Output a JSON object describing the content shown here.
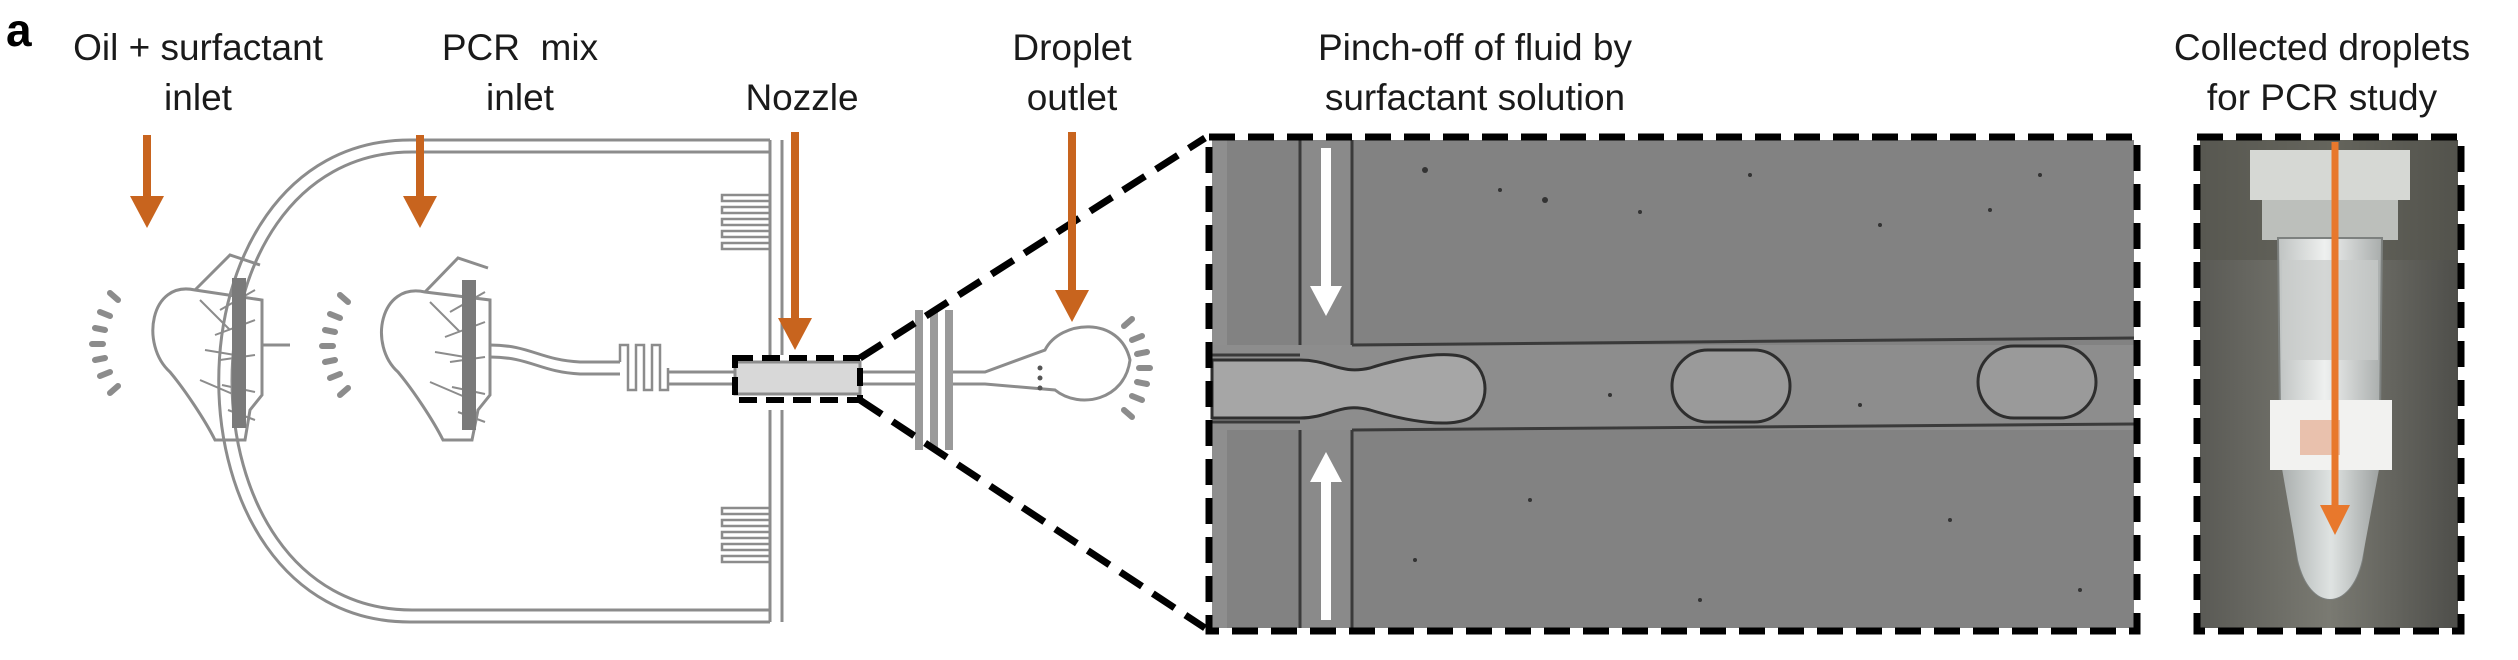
{
  "figure": {
    "panel_letter": "a",
    "labels": {
      "oil_inlet": [
        "Oil + surfactant",
        "inlet"
      ],
      "pcr_inlet": [
        "PCR  mix",
        "inlet"
      ],
      "nozzle": [
        "Nozzle"
      ],
      "droplet_outlet": [
        "Droplet",
        "outlet"
      ],
      "pinch_off": [
        "Pinch-off of fluid by",
        "surfactant solution"
      ],
      "collected": [
        "Collected droplets",
        "for PCR study"
      ]
    },
    "colors": {
      "arrow": "#c8641e",
      "tube_arrow": "#e8782c",
      "channel": "#8c8c8c",
      "micrograph_bg": "#7d7d7d",
      "dashed_frame": "#000000"
    }
  }
}
